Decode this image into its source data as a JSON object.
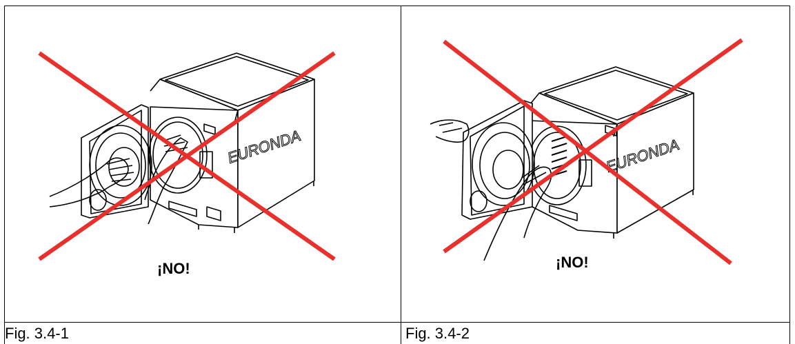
{
  "figures": [
    {
      "caption": "Fig. 3.4-1",
      "warning": "¡NO!",
      "logo_text": "EURONDA",
      "cross_color": "#e8302c"
    },
    {
      "caption": "Fig. 3.4-2",
      "warning": "¡NO!",
      "logo_text": "EURONDA",
      "cross_color": "#e8302c"
    }
  ]
}
